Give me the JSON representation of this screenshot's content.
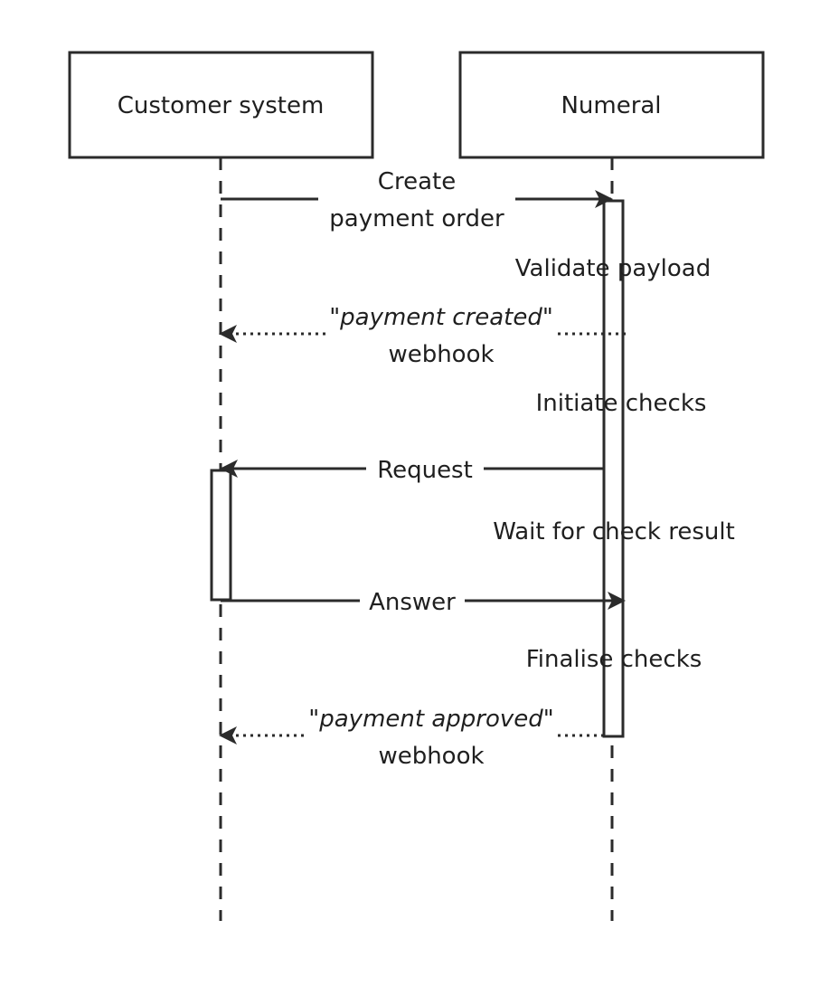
{
  "participants": [
    {
      "id": "customer",
      "label": "Customer system"
    },
    {
      "id": "numeral",
      "label": "Numeral"
    }
  ],
  "messages": [
    {
      "from": "customer",
      "to": "numeral",
      "style": "solid",
      "lines": [
        "Create",
        "payment order"
      ]
    },
    {
      "from": "numeral",
      "to": "customer",
      "style": "dotted",
      "lines": [
        "\"payment created\"",
        "webhook"
      ]
    },
    {
      "from": "numeral",
      "to": "customer",
      "style": "solid",
      "lines": [
        "Request"
      ]
    },
    {
      "from": "customer",
      "to": "numeral",
      "style": "solid",
      "lines": [
        "Answer"
      ]
    },
    {
      "from": "numeral",
      "to": "customer",
      "style": "dotted",
      "lines": [
        "\"payment approved\"",
        "webhook"
      ]
    }
  ],
  "notes": [
    "Validate payload",
    "Initiate checks",
    "Wait for check result",
    "Finalise checks"
  ],
  "colors": {
    "line": "#2b2b2b",
    "text": "#1f1f1f",
    "background": "#ffffff"
  }
}
